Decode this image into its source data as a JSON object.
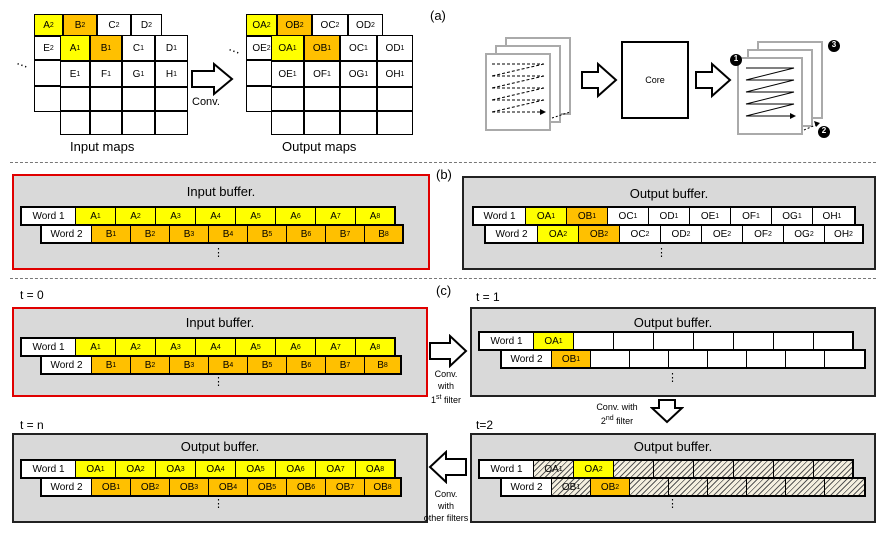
{
  "labels": {
    "a": "(a)",
    "b": "(b)",
    "c": "(c)",
    "input_maps": "Input maps",
    "output_maps": "Output maps",
    "conv": "Conv.",
    "core": "Core",
    "t0": "t = 0",
    "t1": "t = 1",
    "t2": "t=2",
    "tn": "t = n",
    "ellipsis_h": "⋯",
    "vdots": "⋮",
    "step1_a": "Conv.",
    "step1_b": "with",
    "step1_c": "1",
    "step1_sup": "st",
    "step1_d": " filter",
    "step2_a": "Conv. with",
    "step2_b": "2",
    "step2_sup": "nd",
    "step2_c": " filter",
    "step3_a": "Conv.",
    "step3_b": "with",
    "step3_c": "other filters",
    "num1": "1",
    "num2": "2",
    "num3": "3"
  },
  "buffers": {
    "input_title": "Input buffer.",
    "output_title": "Output buffer.",
    "word1": "Word 1",
    "word2": "Word 2"
  },
  "colors": {
    "yellow": "#ffff00",
    "orange": "#ffc000",
    "gray": "#d9d9d9",
    "red": "#e00000"
  },
  "icons": [
    "block-arrow-right-icon",
    "block-arrow-down-icon",
    "block-arrow-left-icon",
    "numbered-circle-icon"
  ]
}
